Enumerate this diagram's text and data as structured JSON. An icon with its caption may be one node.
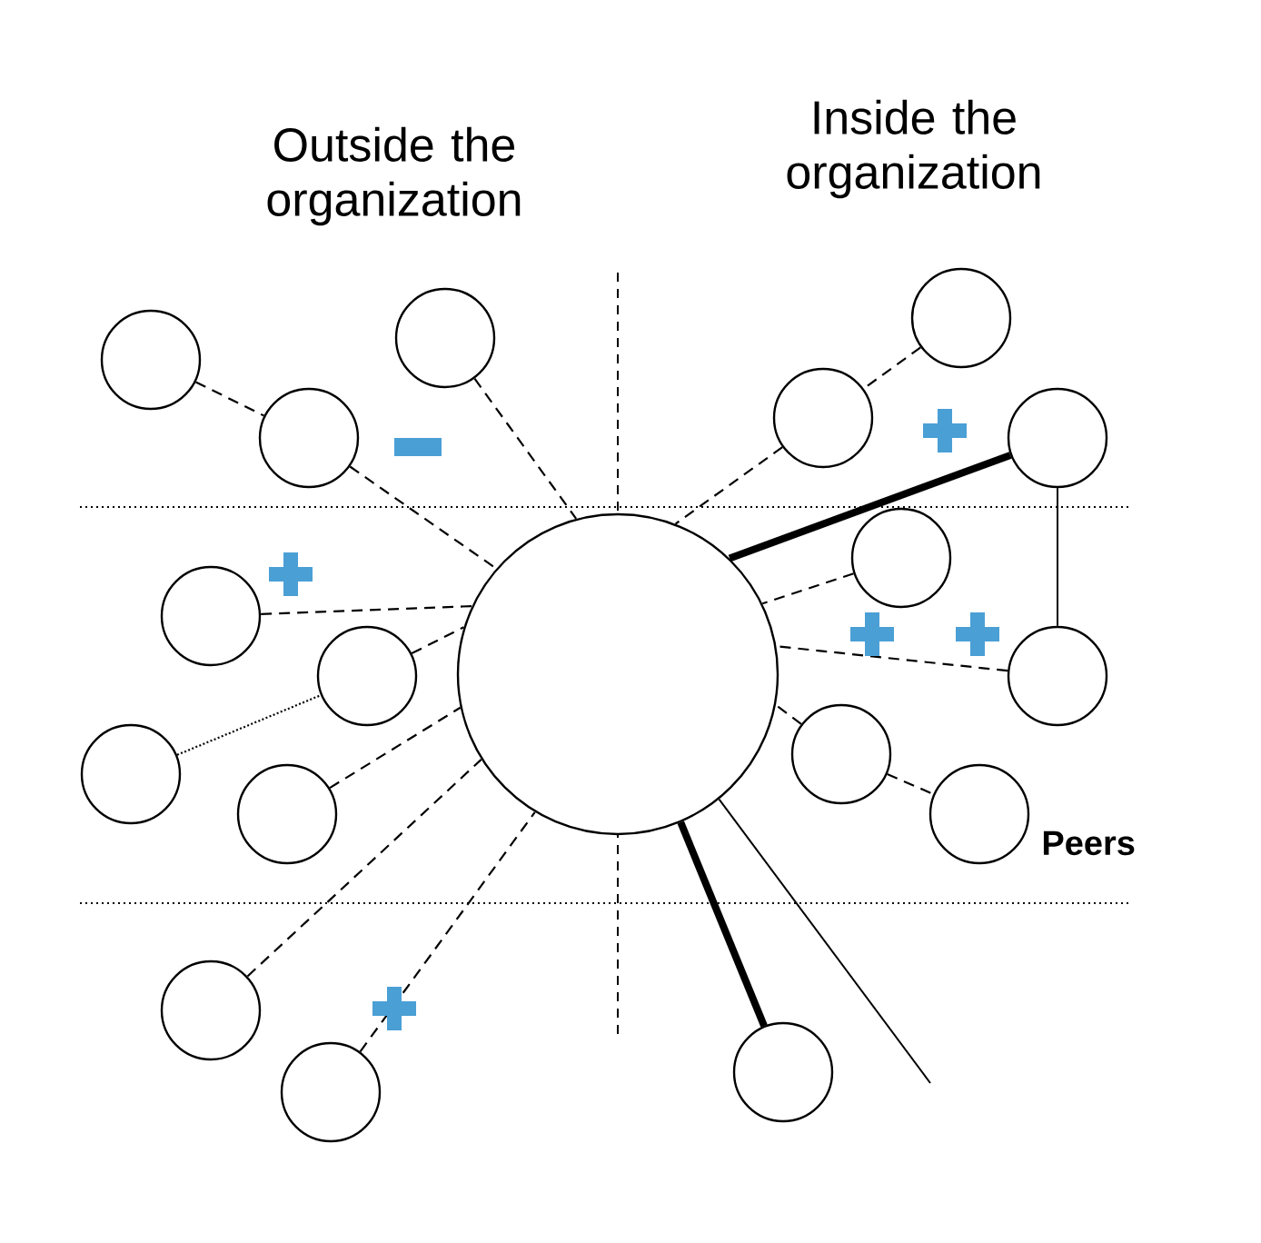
{
  "diagram": {
    "nodes": [
      {
        "text": [],
        "shape": "circle"
      },
      {
        "text": [],
        "shape": "circle"
      },
      {
        "text": [],
        "shape": "circle"
      },
      {
        "text": [],
        "shape": "circle"
      },
      {
        "text": [],
        "shape": "circle"
      },
      {
        "text": [],
        "shape": "circle"
      },
      {
        "text": [],
        "shape": "circle"
      },
      {
        "text": [],
        "shape": "circle"
      },
      {
        "text": [],
        "shape": "circle"
      },
      {
        "text": [],
        "shape": "circle"
      },
      {
        "text": [],
        "shape": "circle"
      },
      {
        "text": [],
        "shape": "circle"
      },
      {
        "text": [],
        "shape": "circle"
      },
      {
        "text": [],
        "shape": "circle"
      },
      {
        "text": [],
        "shape": "circle"
      },
      {
        "text": [],
        "shape": "circle"
      },
      {
        "text": [],
        "shape": "circle",
        "beside": [
          "Peers"
        ]
      },
      {
        "text": [],
        "shape": "circle"
      }
    ],
    "edges": [
      {
        "from": 1,
        "to": 2,
        "arrow": "none",
        "style": "dashed"
      },
      {
        "from": 2,
        "to": 0,
        "arrow": "none",
        "style": "dashed"
      },
      {
        "from": 3,
        "to": 0,
        "arrow": "none",
        "style": "dashed"
      },
      {
        "from": 4,
        "to": 0,
        "arrow": "none",
        "style": "dashed"
      },
      {
        "from": 5,
        "to": 0,
        "arrow": "none",
        "style": "dashed"
      },
      {
        "from": 6,
        "to": 5,
        "arrow": "none",
        "style": "dashed"
      },
      {
        "from": 7,
        "to": 0,
        "arrow": "none",
        "style": "dashed"
      },
      {
        "from": 8,
        "to": 0,
        "arrow": "none",
        "style": "dashed"
      },
      {
        "from": 9,
        "to": 0,
        "arrow": "none",
        "style": "dashed"
      },
      {
        "from": 10,
        "to": 11,
        "arrow": "none",
        "style": "dashed"
      },
      {
        "from": 11,
        "to": 0,
        "arrow": "none",
        "style": "dashed"
      },
      {
        "from": 12,
        "to": 0,
        "arrow": "none",
        "style": "thick"
      },
      {
        "from": 12,
        "to": 14,
        "arrow": "none"
      },
      {
        "from": 13,
        "to": 0,
        "arrow": "none",
        "style": "dashed"
      },
      {
        "from": 14,
        "to": 0,
        "arrow": "none",
        "style": "dashed"
      },
      {
        "from": 15,
        "to": 0,
        "arrow": "none",
        "style": "dashed"
      },
      {
        "from": 15,
        "to": 16,
        "arrow": "none",
        "style": "dashed"
      },
      {
        "from": 17,
        "to": 0,
        "arrow": "none",
        "style": "thick"
      },
      {
        "from": 0,
        "to": null,
        "arrow": "none"
      }
    ],
    "labels": [
      "Outside the organization",
      "Inside the organization"
    ]
  }
}
